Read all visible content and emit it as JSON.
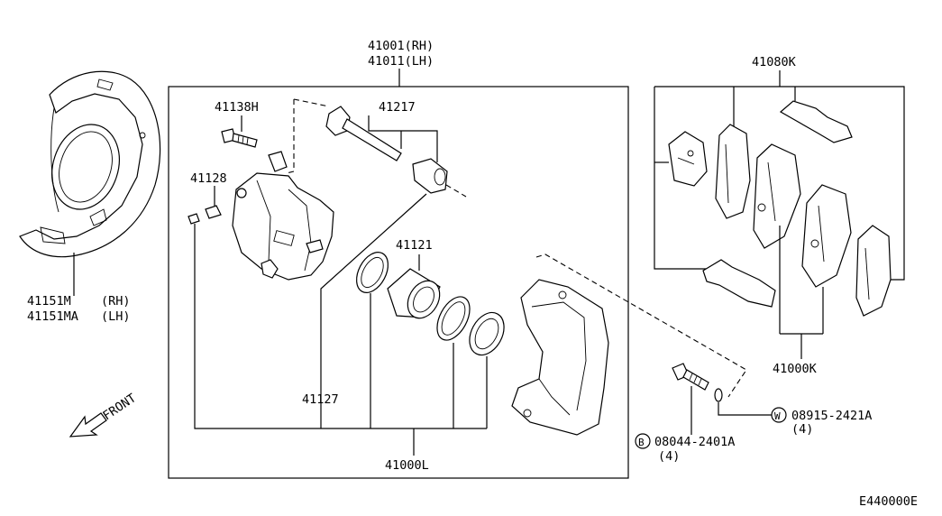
{
  "diagram_id": "E440000E",
  "labels": {
    "caliper_rh": "41001(RH)",
    "caliper_lh": "41011(LH)",
    "pad_kit": "41080K",
    "bolt_41138h": "41138H",
    "pin_41217": "41217",
    "bleeder_41128": "41128",
    "piston_41121": "41121",
    "seal_kit_41127": "41127",
    "repair_kit": "41000L",
    "pad_set": "41000K",
    "shield_rh_code": "41151M",
    "shield_rh_side": "(RH)",
    "shield_lh_code": "41151MA",
    "shield_lh_side": "(LH)",
    "front": "FRONT",
    "washer_code": "08915-2421A",
    "washer_qty": "(4)",
    "washer_marker": "W",
    "bolt_code": "08044-2401A",
    "bolt_qty": "(4)",
    "bolt_marker": "B"
  }
}
